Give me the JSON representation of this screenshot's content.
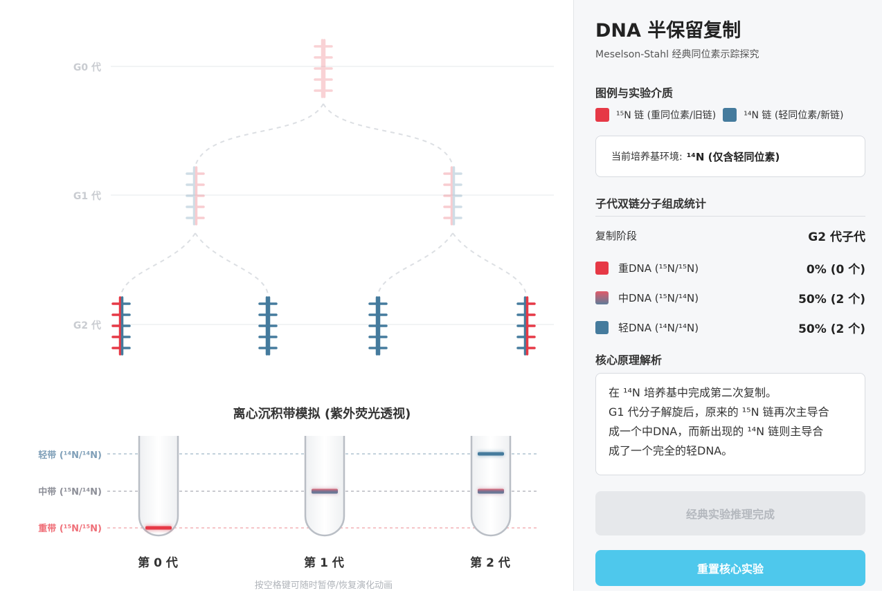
{
  "panel": {
    "title": "DNA 半保留复制",
    "subtitle": "Meselson-Stahl 经典同位素示踪探究",
    "legend_heading": "图例与实验介质",
    "legend": [
      {
        "label": "¹⁵N 链 (重同位素/旧链)",
        "color": "#e63946"
      },
      {
        "label": "¹⁴N 链 (轻同位素/新链)",
        "color": "#457b9d"
      }
    ],
    "env_label": "当前培养基环境:",
    "env_value": "¹⁴N (仅含轻同位素)",
    "stats_heading": "子代双链分子组成统计",
    "stage_label": "复制阶段",
    "stage_value": "G2 代子代",
    "stats": [
      {
        "label": "重DNA (¹⁵N/¹⁵N)",
        "value": "0% (0 个)",
        "color": "#e63946"
      },
      {
        "label": "中DNA (¹⁵N/¹⁴N)",
        "value": "50% (2 个)",
        "color": "gradient"
      },
      {
        "label": "轻DNA (¹⁴N/¹⁴N)",
        "value": "50% (2 个)",
        "color": "#457b9d"
      }
    ],
    "principle_heading": "核心原理解析",
    "principle_lines": [
      "在 ¹⁴N 培养基中完成第二次复制。",
      "G1 代分子解旋后，原来的 ¹⁵N 链再次主导合",
      "成一个中DNA，而新出现的 ¹⁴N 链则主导合",
      "成了一个完全的轻DNA。"
    ],
    "done_button": "经典实验推理完成",
    "reset_button": "重置核心实验"
  },
  "tree": {
    "generations": [
      "G0 代",
      "G1 代",
      "G2 代"
    ],
    "colors": {
      "heavy": "#e63946",
      "light": "#457b9d"
    }
  },
  "centrifuge": {
    "title": "离心沉积带模拟 (紫外荧光透视)",
    "bands": [
      {
        "label": "轻带 (¹⁴N/¹⁴N)",
        "color": "#7f9fb8"
      },
      {
        "label": "中带 (¹⁵N/¹⁴N)",
        "color": "#9a9aa6"
      },
      {
        "label": "重带 (¹⁵N/¹⁵N)",
        "color": "#ef6f78"
      }
    ],
    "tubes": [
      {
        "label": "第 0 代",
        "heavy": 1,
        "mid": 0,
        "light": 0
      },
      {
        "label": "第 1 代",
        "heavy": 0,
        "mid": 1,
        "light": 0
      },
      {
        "label": "第 2 代",
        "heavy": 0,
        "mid": 0.5,
        "light": 0.5
      }
    ],
    "hint": "按空格键可随时暂停/恢复演化动画"
  }
}
